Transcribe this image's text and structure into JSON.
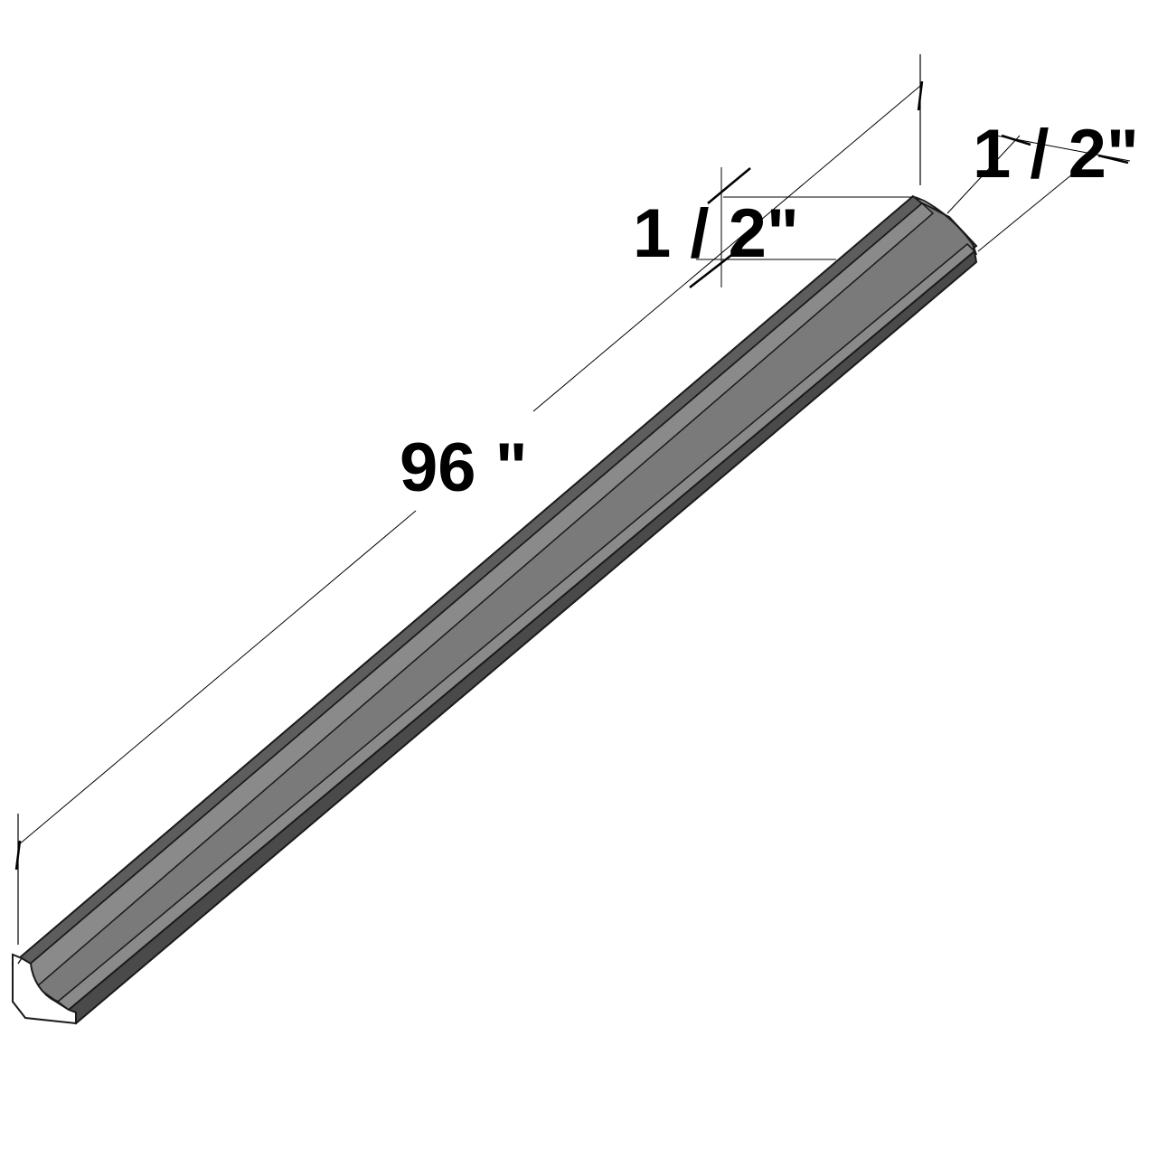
{
  "drawing": {
    "subject": "quarter-round-molding",
    "dimensions": {
      "length": {
        "label": "96 \""
      },
      "width": {
        "label": "1 / 2\""
      },
      "depth": {
        "label": "1 / 2\""
      }
    }
  },
  "colors": {
    "molding_face": "#7a7a7a",
    "molding_edge": "#4a4a4a",
    "molding_outline": "#1a1a1a",
    "end_cap": "#ffffff",
    "dimension_line": "#000000",
    "background": "#ffffff"
  }
}
